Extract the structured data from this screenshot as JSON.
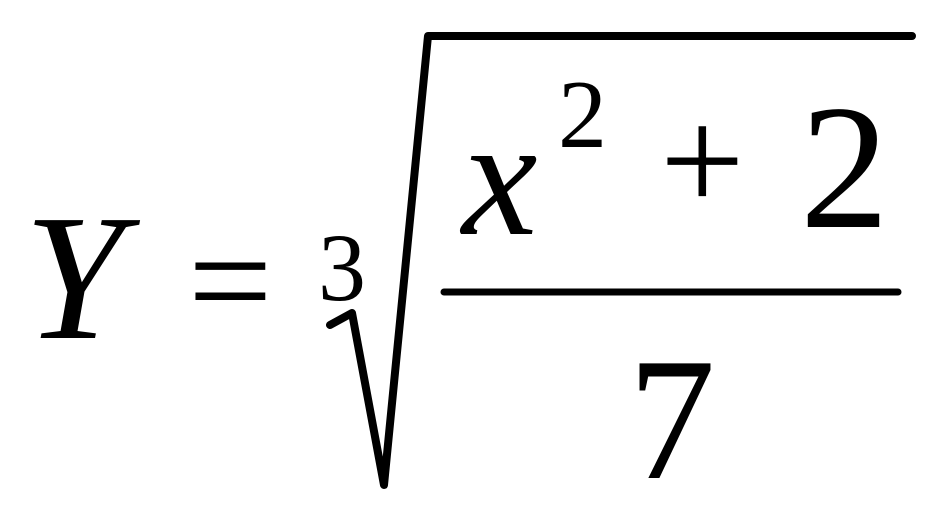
{
  "formula": {
    "lhs": "Y",
    "equals": "=",
    "root_index": "3",
    "numerator": {
      "base": "x",
      "exponent": "2",
      "operator": "+",
      "constant": "2"
    },
    "denominator": "7"
  }
}
